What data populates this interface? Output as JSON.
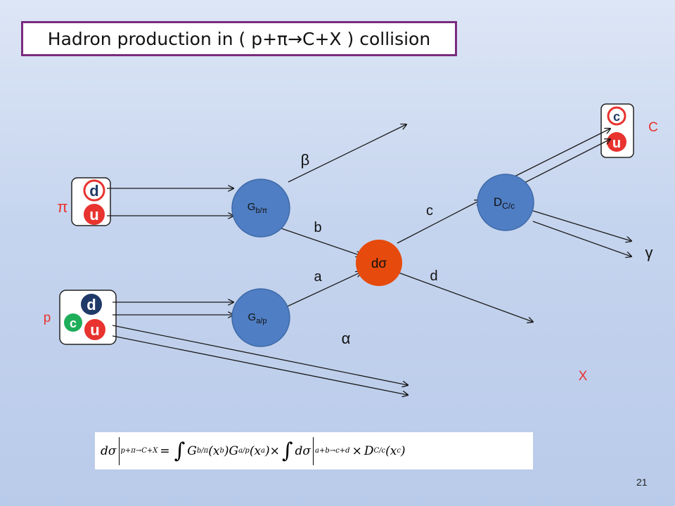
{
  "title": "Hadron production in ( p+π→C+X ) collision",
  "labels": {
    "pi": "π",
    "p": "p",
    "C": "C",
    "X": "X",
    "beta": "β",
    "alpha": "α",
    "gamma": "γ",
    "b": "b",
    "a": "a",
    "c": "c",
    "d": "d"
  },
  "nodes": {
    "G_b_main": "G",
    "G_b_sub": "b/π",
    "G_a_main": "G",
    "G_a_sub": "a/p",
    "D_main": "D",
    "D_sub": "C/c",
    "dsigma": "dσ"
  },
  "quarks": {
    "pion": [
      "d",
      "u"
    ],
    "proton": [
      "d",
      "c",
      "u"
    ],
    "C": [
      "c",
      "u"
    ]
  },
  "colors": {
    "title_border": "#7a2b7e",
    "node_blue": "#4f7ec4",
    "node_orange": "#e64a0c",
    "quark_red": "#e8332f",
    "quark_navy": "#1f3a68",
    "quark_green": "#1eae5a",
    "label_red": "#e8332f"
  },
  "formula": {
    "lhs": "dσ",
    "lhs_sub": "p+π→C+X",
    "eq": "=",
    "int": "∫",
    "G1": "G",
    "G1_sub": "b/π",
    "x_b": "(x",
    "x_b_sub": "b",
    "G2": ")G",
    "G2_sub": "a/p",
    "x_a": "(x",
    "x_a_sub": "a",
    "times1": ")×",
    "int2": "∫",
    "ds": "dσ",
    "ds_sub": "a+b→c+d",
    "times2": "×",
    "D": "D",
    "D_sub": "C/c",
    "x_c": "(x",
    "x_c_sub": "c",
    "close": ")"
  },
  "page_number": "21"
}
